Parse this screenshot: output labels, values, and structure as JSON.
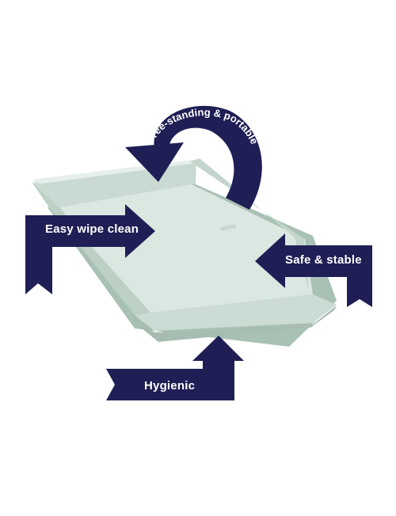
{
  "features": {
    "portable": "Free-standing & portable",
    "easy_clean": "Easy wipe clean",
    "safe_stable": "Safe & stable",
    "hygienic": "Hygienic"
  },
  "colors": {
    "arrow": "#1f1f55",
    "mat_top": "#dbe7e1",
    "mat_edge": "#b3c9be",
    "mat_shadow": "#9fb6ab",
    "text": "#ffffff"
  }
}
